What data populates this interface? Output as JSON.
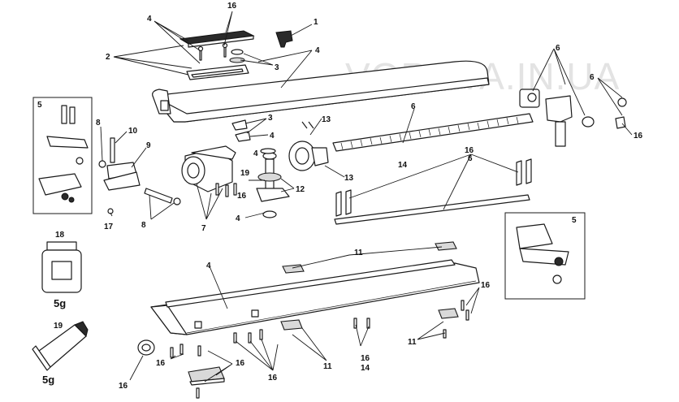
{
  "watermark": "VOROTA.IN.UA",
  "callouts": [
    "1",
    "2",
    "3",
    "4",
    "5",
    "6",
    "7",
    "8",
    "9",
    "10",
    "11",
    "12",
    "13",
    "14",
    "16",
    "17",
    "18",
    "19"
  ],
  "inset_label": "5",
  "jar": {
    "number": "18",
    "weight": "5g"
  },
  "tube": {
    "number": "19",
    "weight": "5g"
  }
}
